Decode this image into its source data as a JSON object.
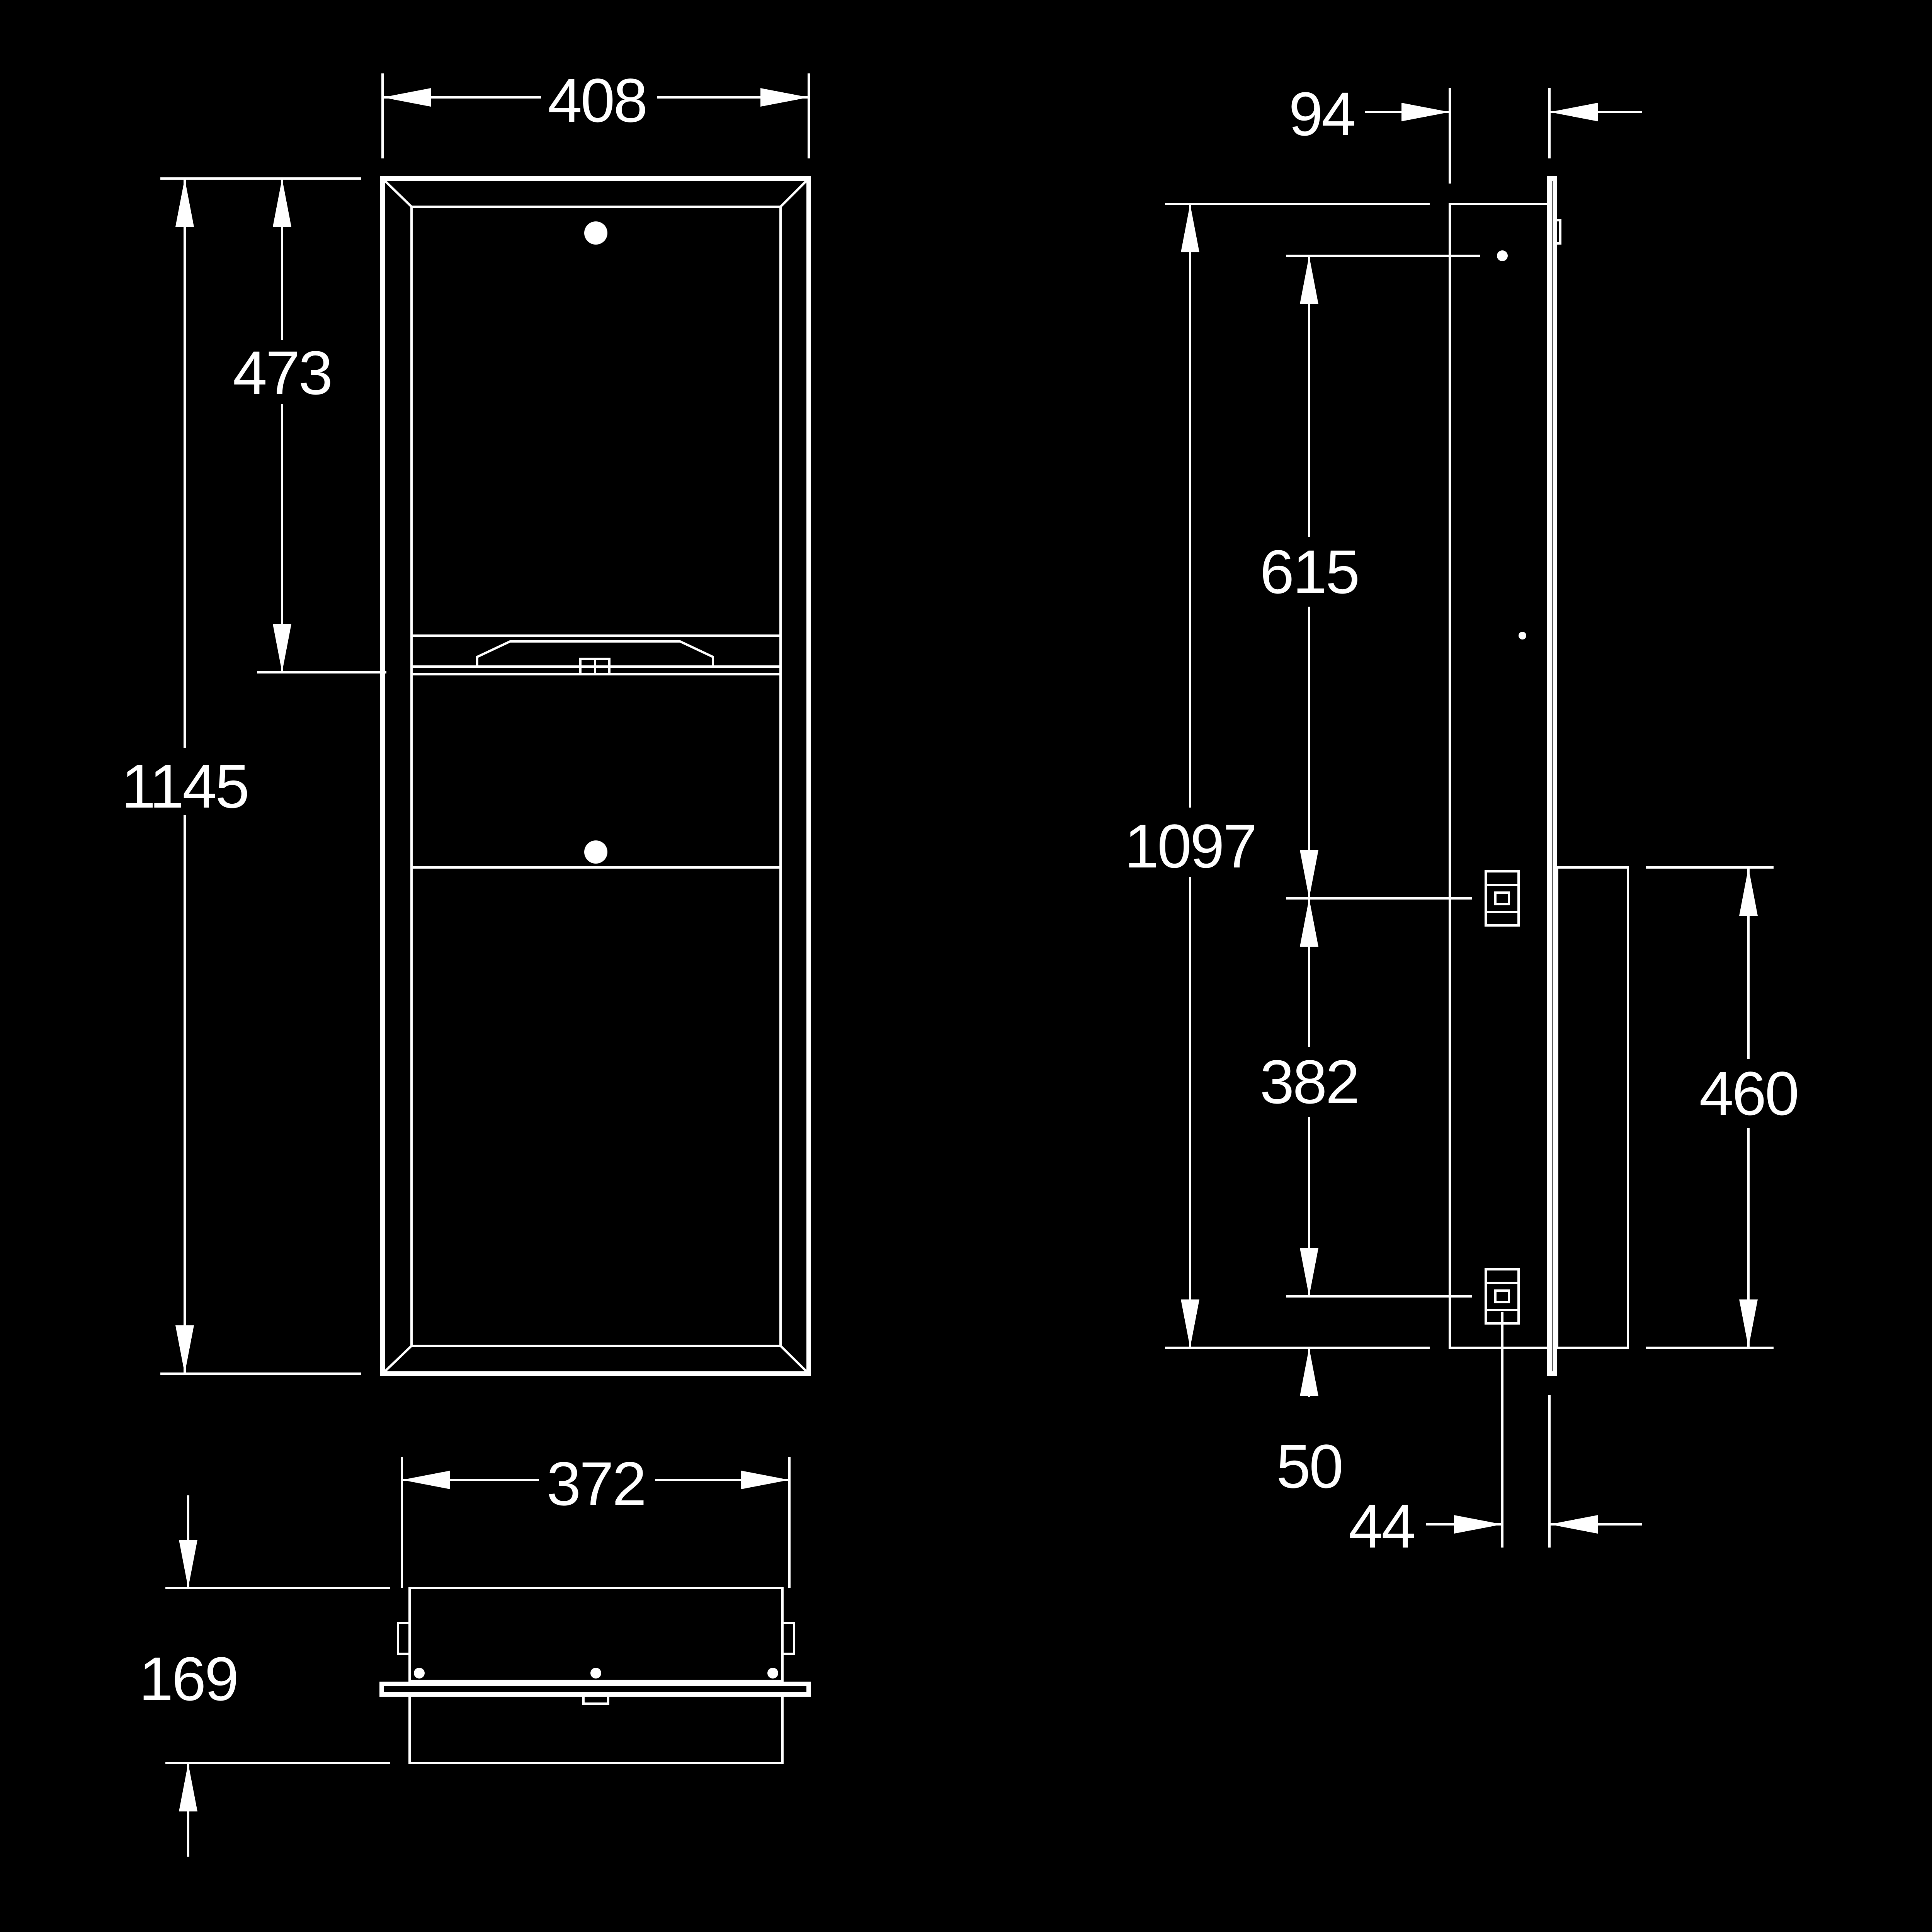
{
  "colors": {
    "background": "#000000",
    "line": "#ffffff"
  },
  "dimensions": {
    "front_width": "408",
    "front_upper_height": "473",
    "front_total_height": "1145",
    "side_depth_top": "94",
    "side_height": "1097",
    "side_mount_upper": "615",
    "side_mount_lower": "382",
    "side_bin_height": "460",
    "side_bottom_offset": "50",
    "side_depth_bottom": "44",
    "top_inner_width": "372",
    "top_depth": "169"
  }
}
